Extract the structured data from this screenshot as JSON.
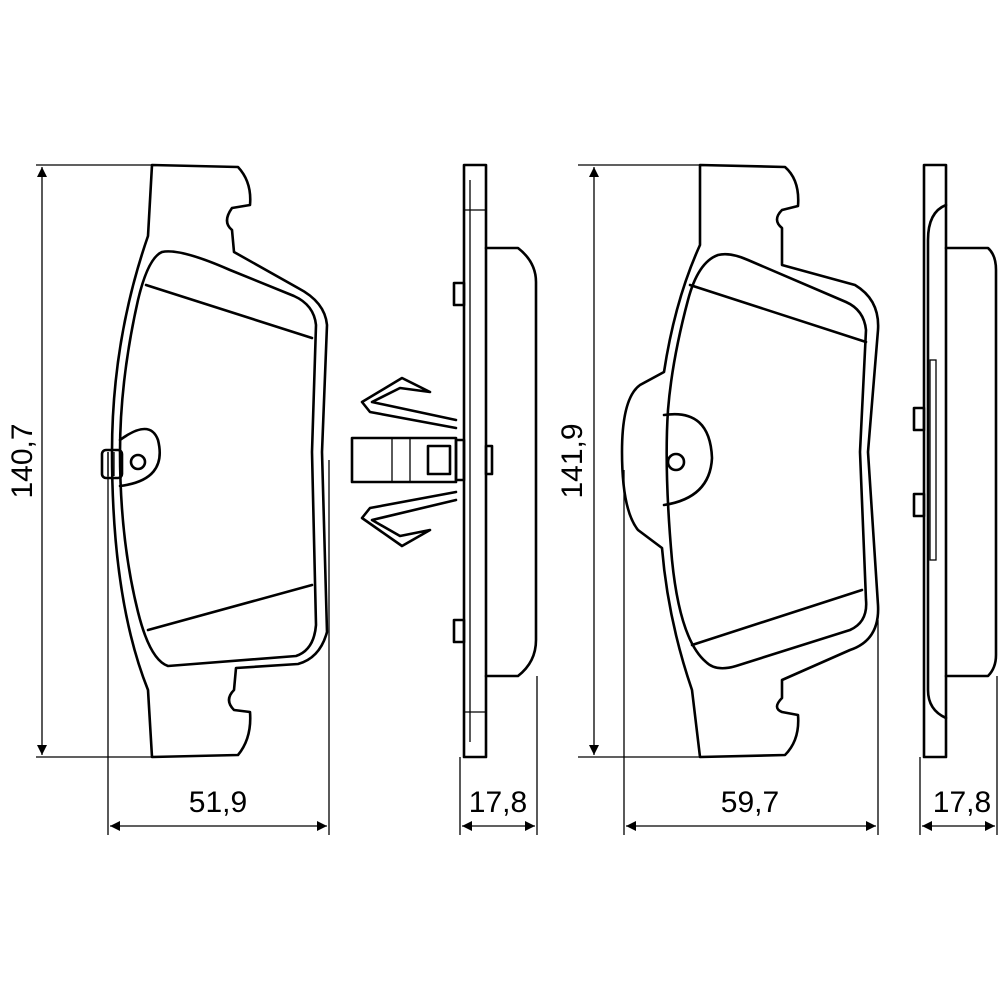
{
  "diagram": {
    "dimensions": {
      "pad1_height": "140,7",
      "pad1_width": "51,9",
      "pad1_thickness": "17,8",
      "pad2_height": "141,9",
      "pad2_width": "59,7",
      "pad2_thickness": "17,8"
    }
  }
}
